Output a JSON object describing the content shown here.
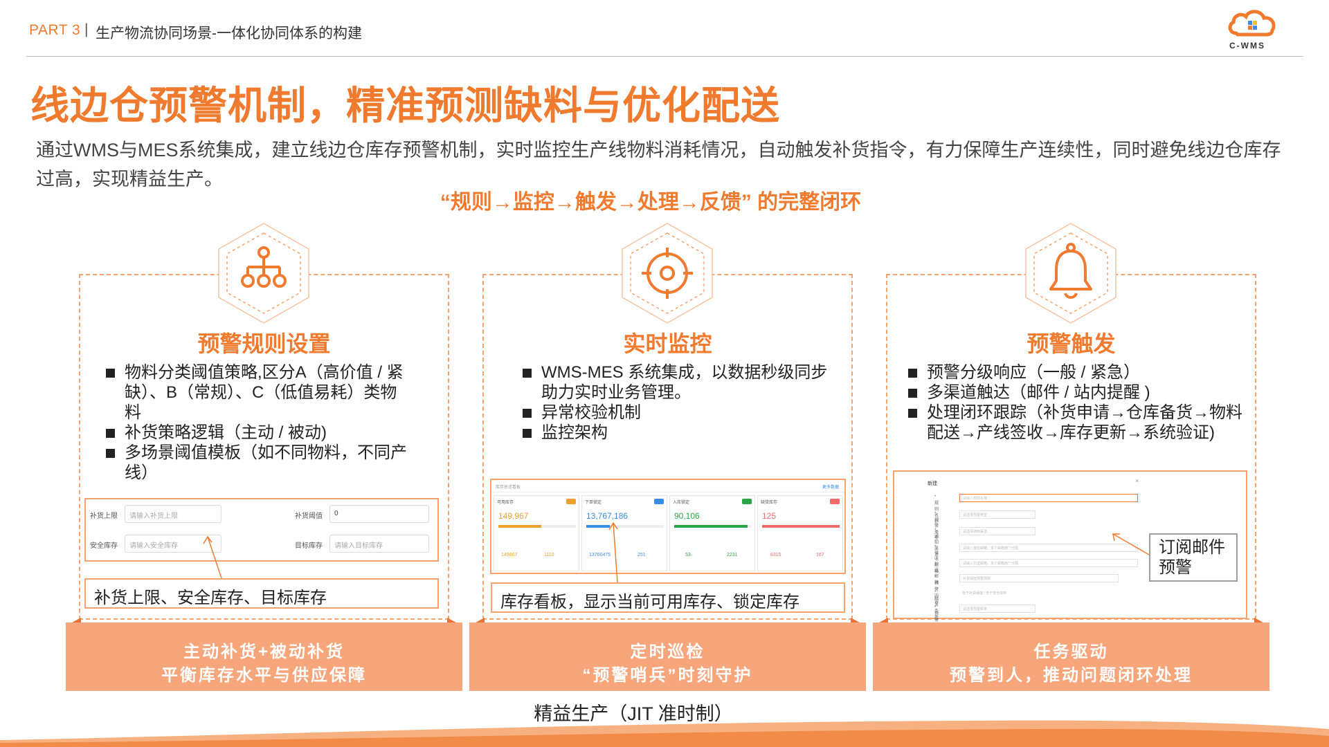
{
  "header": {
    "part": "PART 3",
    "separator": "|",
    "title": "生产物流协同场景-一体化协同体系的构建",
    "logo_text": "C-WMS"
  },
  "main_title": "线边仓预警机制，精准预测缺料与优化配送",
  "intro": "通过WMS与MES系统集成，建立线边仓库存预警机制，实时监控生产线物料消耗情况，自动触发补货指令，有力保障生产连续性，同时避免线边仓库存过高，实现精益生产。",
  "loop_title": "“规则→监控→触发→处理→反馈” 的完整闭环",
  "cards": [
    {
      "icon": "hierarchy-icon",
      "title": "预警规则设置",
      "bullets": [
        "物料分类阈值策略,区分A（高价值 / 紧缺）、B（常规）、C（低值易耗）类物料",
        "补货策略逻辑（主动 / 被动)",
        "多场景阈值模板（如不同物料，不同产线）"
      ],
      "form": {
        "label_1": "补货上限",
        "placeholder_1": "请输入补货上限",
        "label_2": "补货阈值",
        "value_2": "0",
        "label_3": "安全库存",
        "placeholder_3": "请输入安全库存",
        "label_4": "目标库存",
        "placeholder_4": "请输入目标库存"
      },
      "caption": "补货上限、安全库存、目标库存",
      "bottom_line_1": "主动补货+被动补货",
      "bottom_line_2": "平衡库存水平与供应保障"
    },
    {
      "icon": "target-icon",
      "title": "实时监控",
      "bullets": [
        "WMS-MES 系统集成，以数据秒级同步助力实时业务管理。",
        "异常校验机制",
        "监控架构"
      ],
      "dashboard": {
        "header": "库存总览看板",
        "link": "更多数据",
        "cards": [
          {
            "name": "可用库存",
            "value": "149,967",
            "color": "#f0a030",
            "fill": 0.55,
            "sub1": "149867",
            "sub2": "1110"
          },
          {
            "name": "下单锁定",
            "value": "13,767,186",
            "color": "#3a8ee6",
            "fill": 0.3,
            "sub1": "13760475",
            "sub2": "251"
          },
          {
            "name": "入库锁定",
            "value": "90,106",
            "color": "#28a745",
            "fill": 0.95,
            "sub1": "53",
            "sub2": "2231"
          },
          {
            "name": "缺货库存",
            "value": "125",
            "color": "#f06a6a",
            "fill": 1.0,
            "sub1": "6315",
            "sub2": "167"
          }
        ]
      },
      "caption": "库存看板，显示当前可用库存、锁定库存",
      "bottom_line_1": "定时巡检",
      "bottom_line_2": "“预警哨兵”时刻守护"
    },
    {
      "icon": "bell-icon",
      "title": "预警触发",
      "bullets": [
        "预警分级响应（一般 / 紧急）",
        "多渠道触达（邮件 / 站内提醒 )",
        "处理闭环跟踪（补货申请→仓库备货→物料配送→产线签收→库存更新→系统验证)"
      ],
      "dialog": {
        "title": "新建",
        "rows": [
          {
            "label": "* 规则名称",
            "placeholder": "请输入规则名称"
          },
          {
            "label": "* 预警类型",
            "placeholder": "请选择预警类型"
          },
          {
            "label": "* 通知渠道",
            "placeholder": "请选择通知渠道"
          },
          {
            "label": "* 接收邮箱",
            "placeholder": "请输入接收邮箱，多个邮箱用\";\"分隔"
          },
          {
            "label": "抄送邮箱",
            "placeholder": "请输入抄送邮箱，多个邮箱用\";\"分隔"
          },
          {
            "label": "* 预警内容",
            "placeholder": "补货阈值预警规则"
          },
          {
            "label": "* 触发条件",
            "placeholder": "低于补货阈值 / 低于安全库存"
          },
          {
            "label": "* 预警频率",
            "placeholder": "请选择预警频率"
          }
        ]
      },
      "callout": "订阅邮件预警",
      "bottom_line_1": "任务驱动",
      "bottom_line_2": "预警到人，推动问题闭环处理"
    }
  ],
  "footer": "精益生产（JIT 准时制）",
  "colors": {
    "accent": "#f07a2e",
    "panel": "#f7a57a",
    "dashed": "#f5a36e"
  }
}
